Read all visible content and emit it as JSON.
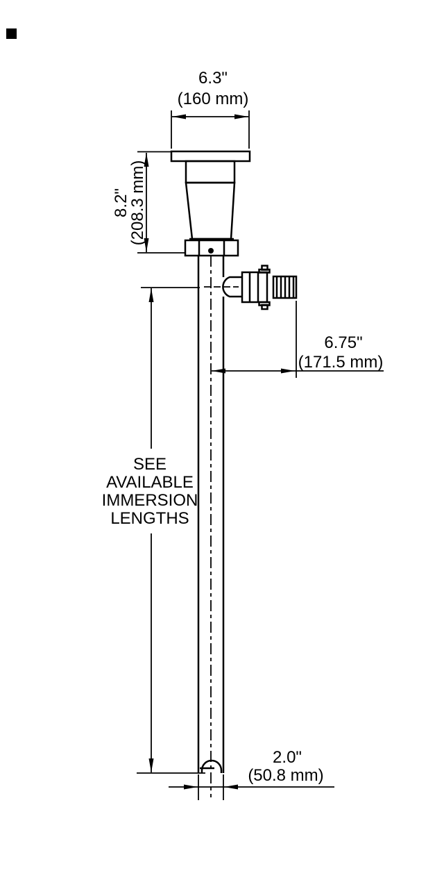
{
  "colors": {
    "line": "#000000",
    "background": "#ffffff",
    "text": "#000000"
  },
  "dimensions": {
    "flange_width": {
      "inches": "6.3\"",
      "metric": "(160 mm)"
    },
    "head_height": {
      "inches": "8.2\"",
      "metric": "(208.3 mm)"
    },
    "outlet_reach": {
      "inches": "6.75\"",
      "metric": "(171.5 mm)"
    },
    "tube_diameter": {
      "inches": "2.0\"",
      "metric": "(50.8 mm)"
    }
  },
  "notes": {
    "immersion": [
      "SEE",
      "AVAILABLE",
      "IMMERSION",
      "LENGTHS"
    ]
  }
}
